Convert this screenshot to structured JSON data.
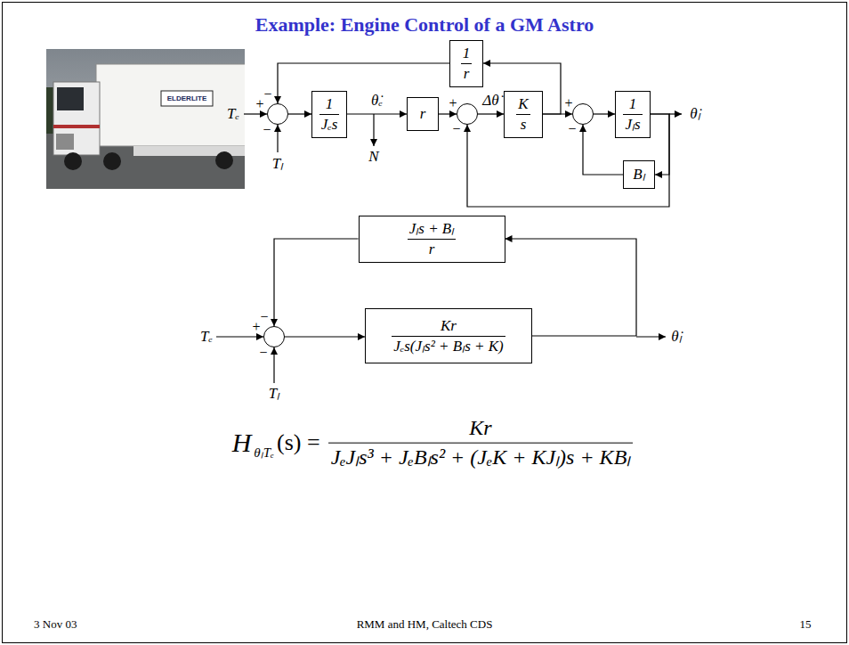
{
  "diagram": {
    "title": "Example: Engine Control of a GM Astro",
    "nodes": [
      {
        "text": [
          "1",
          "r"
        ]
      },
      {
        "text": [
          "−",
          "+",
          "−"
        ]
      },
      {
        "text": [
          "1",
          "Jₑs"
        ]
      },
      {
        "text": [
          "r"
        ]
      },
      {
        "text": [
          "+",
          "−"
        ]
      },
      {
        "text": [
          "K",
          "s"
        ]
      },
      {
        "text": [
          "+",
          "−"
        ]
      },
      {
        "text": [
          "1",
          "Jₗs"
        ]
      },
      {
        "text": [
          "Bₗ"
        ]
      },
      {
        "text": [
          "Jₗs + Bₗ",
          "r"
        ]
      },
      {
        "text": [
          "−",
          "+",
          "−"
        ]
      },
      {
        "text": [
          "Kr",
          "Jₑs(Jₗs² + Bₗs + K)"
        ]
      }
    ],
    "edges": [
      {
        "from": 1,
        "to": 2,
        "arrow": "to"
      },
      {
        "from": 2,
        "to": 3,
        "arrow": "to",
        "label": "θ̇ₑ"
      },
      {
        "from": 3,
        "to": 4,
        "arrow": "to"
      },
      {
        "from": 4,
        "to": 5,
        "arrow": "to",
        "label": "Δθ̇"
      },
      {
        "from": 5,
        "to": 6,
        "arrow": "to"
      },
      {
        "from": 5,
        "to": 0,
        "arrow": "to"
      },
      {
        "from": 0,
        "to": 1,
        "arrow": "to"
      },
      {
        "from": 6,
        "to": 7,
        "arrow": "to"
      },
      {
        "from": 7,
        "to": 8,
        "arrow": "to"
      },
      {
        "from": 8,
        "to": 6,
        "arrow": "to"
      },
      {
        "from": 7,
        "to": 4,
        "arrow": "to"
      },
      {
        "from": 10,
        "to": 11,
        "arrow": "to"
      },
      {
        "from": 11,
        "to": 9,
        "arrow": "to"
      },
      {
        "from": 9,
        "to": 10,
        "arrow": "to"
      }
    ],
    "labels": [
      "ELDERLITE",
      "Tₑ",
      "Tₗ",
      "N",
      "θ̇ₗ",
      "Tₑ",
      "Tₗ",
      "θ̇ₗ",
      "H",
      "θₗTₑ",
      "(s) =",
      "Kr",
      "JₑJₗs³ + JₑBₗs² + (JₑK + KJₗ)s + KBₗ",
      "3 Nov 03",
      "RMM and HM, Caltech CDS",
      "15"
    ]
  }
}
